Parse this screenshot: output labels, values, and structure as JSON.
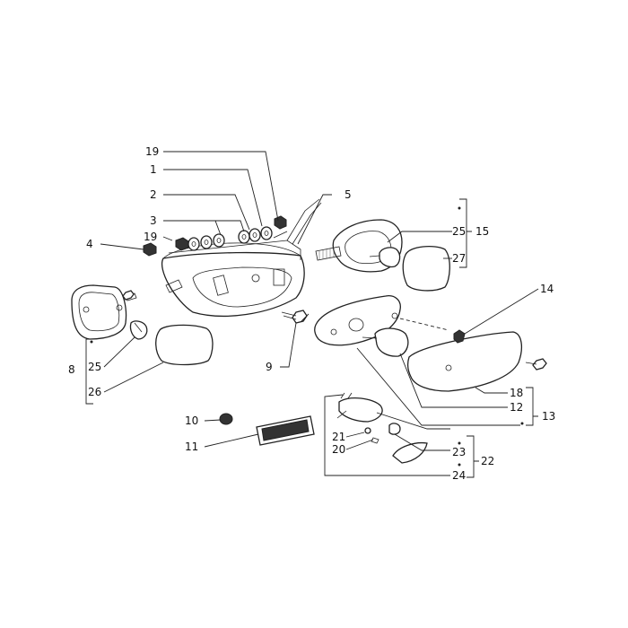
{
  "labels": {
    "l1": "1",
    "l2": "2",
    "l3": "3",
    "l4": "4",
    "l5": "5",
    "l8": "8",
    "l9": "9",
    "l10": "10",
    "l11": "11",
    "l12": "12",
    "l13": "13",
    "l14": "14",
    "l15": "15",
    "l18": "18",
    "l19a": "19",
    "l19b": "19",
    "l20": "20",
    "l21": "21",
    "l22": "22",
    "l23": "23",
    "l24": "24",
    "l25a": "25",
    "l25b": "25",
    "l26": "26",
    "l27": "27"
  }
}
